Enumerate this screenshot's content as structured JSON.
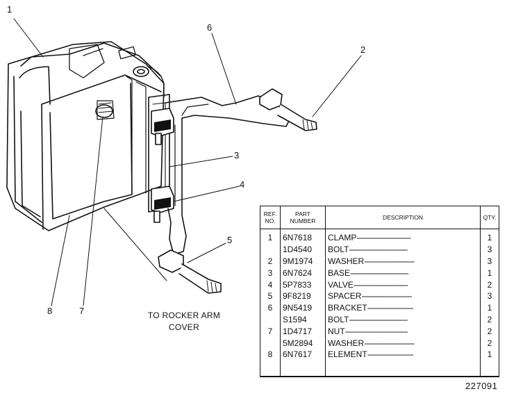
{
  "callouts": [
    "1",
    "2",
    "3",
    "4",
    "5",
    "6",
    "7",
    "8"
  ],
  "caption": [
    "TO ROCKER ARM",
    "COVER"
  ],
  "table": {
    "headers": {
      "ref": [
        "REF.",
        "NO."
      ],
      "part": [
        "PART",
        "NUMBER"
      ],
      "desc": "DESCRIPTION",
      "qty": "QTY."
    },
    "rows": [
      {
        "ref": "1",
        "part": "6N7618",
        "desc": "CLAMP",
        "qty": "1"
      },
      {
        "ref": "",
        "part": "1D4540",
        "desc": "BOLT",
        "qty": "3"
      },
      {
        "ref": "2",
        "part": "9M1974",
        "desc": "WASHER",
        "qty": "3"
      },
      {
        "ref": "3",
        "part": "6N7624",
        "desc": "BASE",
        "qty": "1"
      },
      {
        "ref": "4",
        "part": "5P7833",
        "desc": "VALVE",
        "qty": "2"
      },
      {
        "ref": "5",
        "part": "9F8219",
        "desc": "SPACER",
        "qty": "3"
      },
      {
        "ref": "6",
        "part": "9N5419",
        "desc": "BRACKET",
        "qty": "1"
      },
      {
        "ref": "",
        "part": "S1594",
        "desc": "BOLT",
        "qty": "2"
      },
      {
        "ref": "7",
        "part": "1D4717",
        "desc": "NUT",
        "qty": "2"
      },
      {
        "ref": "",
        "part": "5M2894",
        "desc": "WASHER",
        "qty": "2"
      },
      {
        "ref": "8",
        "part": "6N7617",
        "desc": "ELEMENT",
        "qty": "1"
      }
    ]
  },
  "drawing_number": "227091"
}
